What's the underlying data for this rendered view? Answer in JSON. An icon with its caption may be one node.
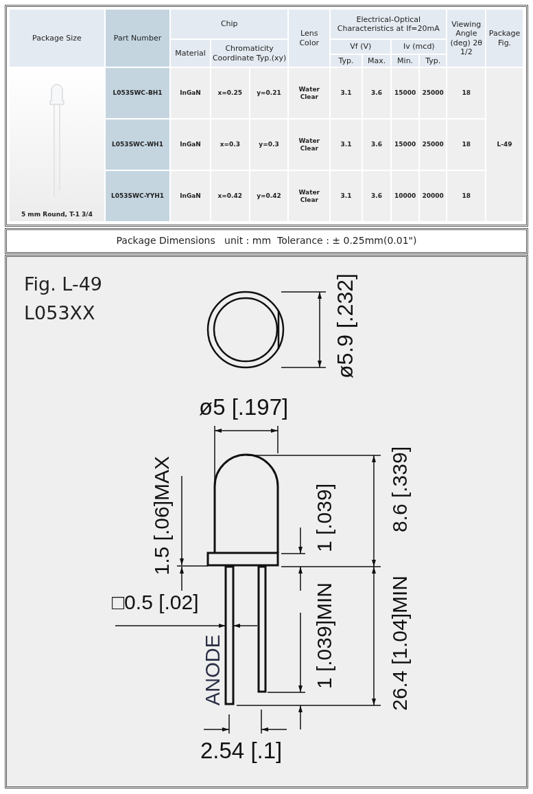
{
  "diagram": {
    "labels": [
      "Package Size",
      "Part Number",
      "Chip",
      "Lens Color",
      "Electrical-Optical Characteristics at If=20mA",
      "Viewing Angle (deg) 2θ 1/2",
      "Package Fig.",
      "Material",
      "Chromaticity Coordinate Typ.(xy)",
      "Vf (V)",
      "Iv (mcd)",
      "Typ.",
      "Max.",
      "Min.",
      "Typ.",
      "5 mm Round, T-1 3/4",
      "L053SWC-BH1",
      "InGaN",
      "x=0.25",
      "y=0.21",
      "Water Clear",
      "3.1",
      "3.6",
      "15000",
      "25000",
      "18",
      "L053SWC-WH1",
      "InGaN",
      "x=0.3",
      "y=0.3",
      "Water Clear",
      "3.1",
      "3.6",
      "15000",
      "25000",
      "18",
      "L-49",
      "L053SWC-YYH1",
      "InGaN",
      "x=0.42",
      "y=0.42",
      "Water Clear",
      "3.1",
      "3.6",
      "10000",
      "20000",
      "18",
      "Package Dimensions   unit : mm  Tolerance : ± 0.25mm(0.01\")",
      "Fig. L-49",
      "L053XX",
      "ø5.9 [.232]",
      "ø5 [.197]",
      "1.5 [.06]MAX",
      "1 [.039]",
      "8.6 [.339]",
      "□0.5 [.02]",
      "1 [.039]MIN",
      "26.4 [1.04]MIN",
      "ANODE",
      "2.54 [.1]"
    ]
  }
}
